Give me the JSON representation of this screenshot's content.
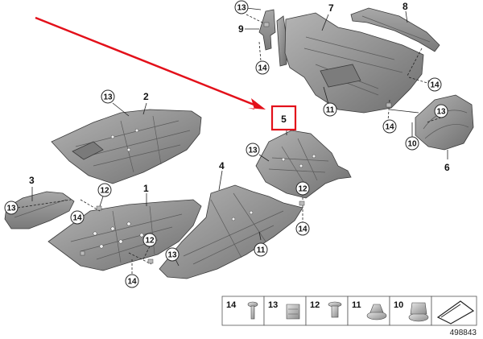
{
  "highlight_color": "#e3101a",
  "part_color": "#9a9a9a",
  "highlight_label": "5",
  "callouts": {
    "c13_top": "13",
    "c14_top": "14",
    "c13_p2": "13",
    "c13_p5": "13",
    "c12_p5": "12",
    "c14_p5": "14",
    "c11_top": "11",
    "c14_mid": "14",
    "c13_right": "13",
    "c10_right": "10",
    "c14_upright": "14",
    "c13_left": "13",
    "c14_left": "14",
    "c12_p1": "12",
    "c12_center": "12",
    "c13_center": "13",
    "c14_bottom": "14",
    "c11_bottom": "11"
  },
  "bare_labels": {
    "l9": "9",
    "l7": "7",
    "l8": "8",
    "l2": "2",
    "l3": "3",
    "l1": "1",
    "l4": "4",
    "l6": "6"
  },
  "legend": {
    "items": [
      {
        "num": "14",
        "icon": "screw-icon"
      },
      {
        "num": "13",
        "icon": "clip-nut-icon"
      },
      {
        "num": "12",
        "icon": "expanding-rivet-icon"
      },
      {
        "num": "11",
        "icon": "collar-nut-icon"
      },
      {
        "num": "10",
        "icon": "hex-nut-icon"
      },
      {
        "num": "",
        "icon": "shield-panel-icon"
      }
    ]
  },
  "diagram_number": "498843"
}
